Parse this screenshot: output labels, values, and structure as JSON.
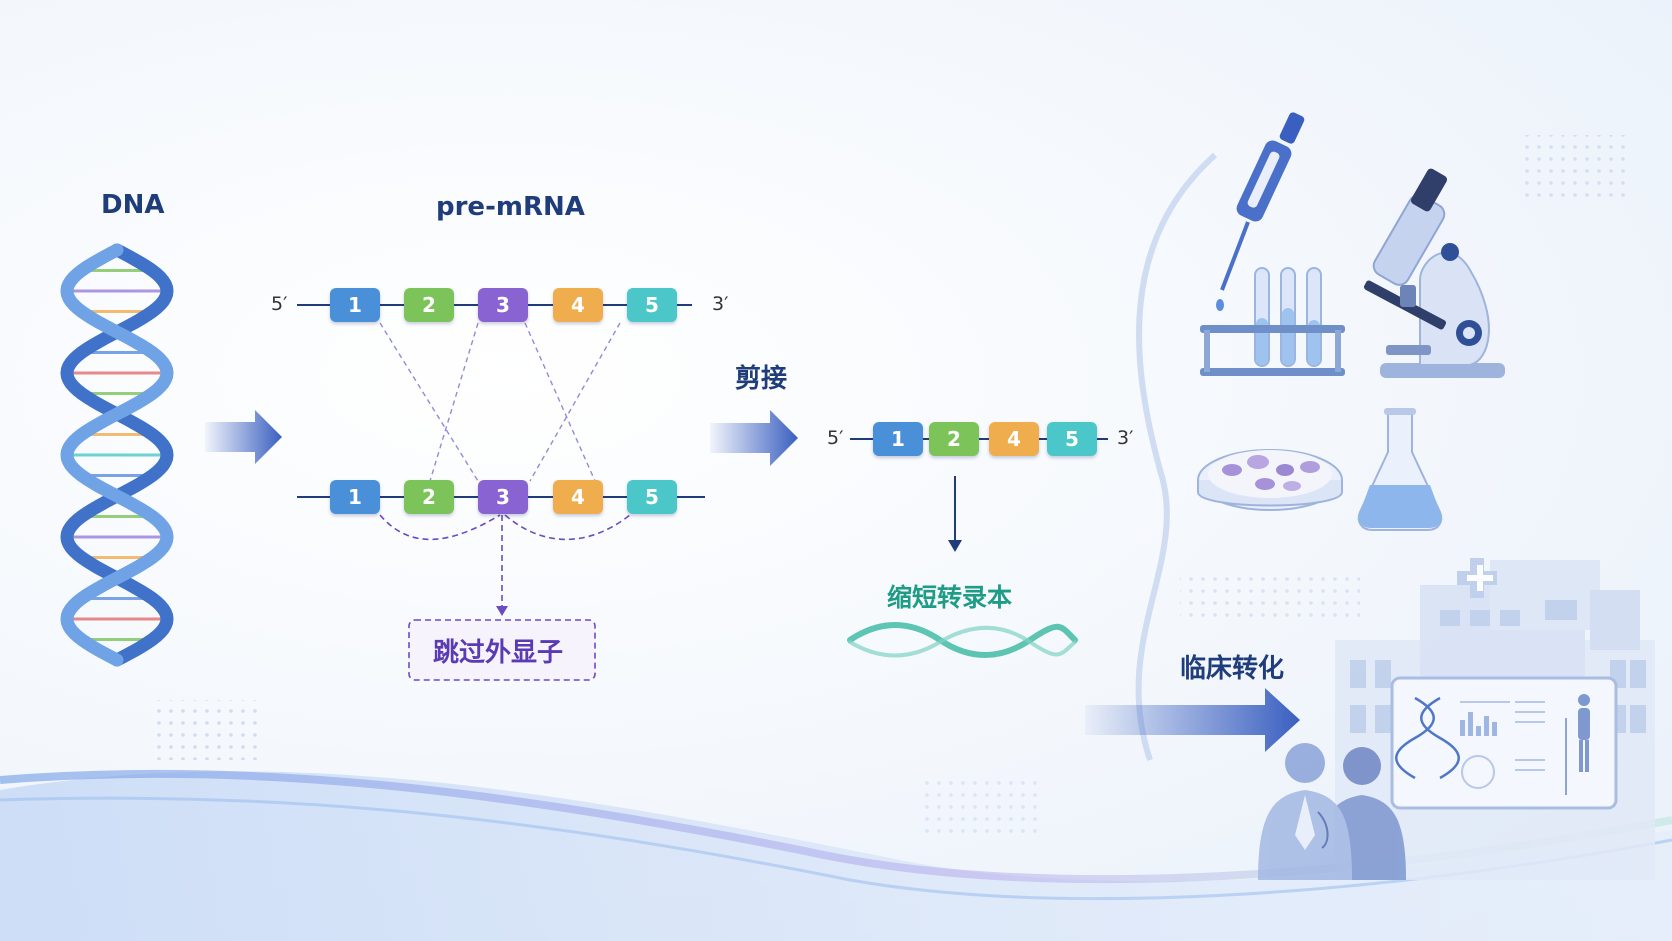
{
  "labels": {
    "dna": "DNA",
    "premrna": "pre-mRNA",
    "splicing": "剪接",
    "exon_skip": "跳过外显子",
    "short_transcript": "缩短转录本",
    "clinical": "临床转化"
  },
  "ends": {
    "five": "5′",
    "three": "3′"
  },
  "exons_top": [
    "1",
    "2",
    "3",
    "4",
    "5"
  ],
  "exons_bottom": [
    "1",
    "2",
    "3",
    "4",
    "5"
  ],
  "exons_result": [
    "1",
    "2",
    "4",
    "5"
  ],
  "colors": {
    "exon_1": "#4a90d9",
    "exon_2": "#7cc45a",
    "exon_3": "#8a63d2",
    "exon_4": "#f0ad4e",
    "exon_5": "#4cc7c9",
    "title": "#1f3d7a",
    "skip": "#6a4bc4",
    "transcript": "#1f9c86",
    "arrow": "#3a5fc0"
  },
  "icons": [
    "dna-helix-icon",
    "pipette-icon",
    "test-tubes-icon",
    "microscope-icon",
    "petri-dish-icon",
    "flask-icon",
    "hospital-icon",
    "doctors-icon",
    "monitor-icon"
  ]
}
